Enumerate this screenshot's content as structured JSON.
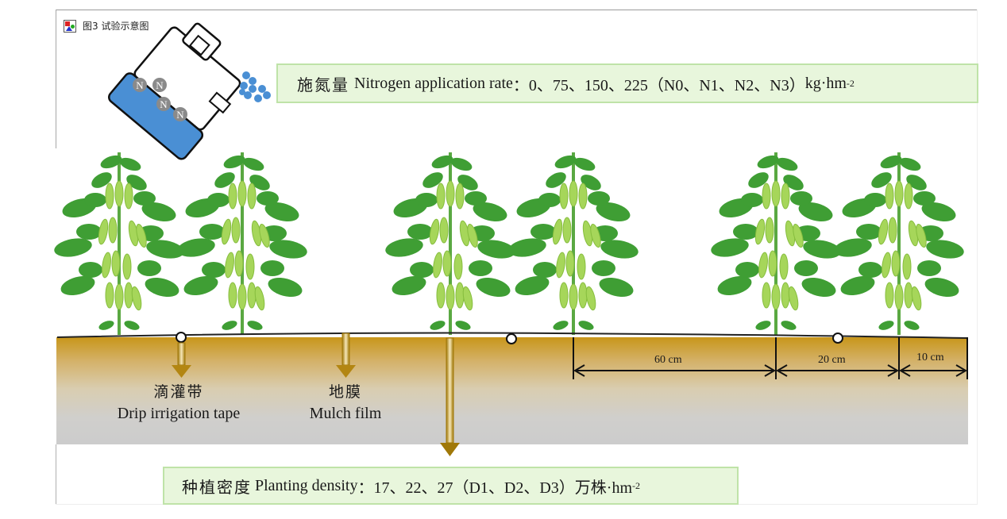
{
  "window": {
    "title": "图3 试验示意图",
    "icon": "picture-viewer-icon"
  },
  "nitrogen": {
    "label_cn": "施氮量",
    "label_en": "Nitrogen application rate",
    "values": "0、75、150、225",
    "codes": "（N0、N1、N2、N3）",
    "unit": "kg·hm",
    "unit_exp": "-2",
    "fertilizer_symbols": [
      "N",
      "N",
      "N",
      "N"
    ],
    "icon": "fertilizer-bag-icon"
  },
  "density": {
    "label_cn": "种植密度",
    "label_en": "Planting density",
    "values": "17、22、27",
    "codes": "（D1、D2、D3）",
    "unit": "万株·hm",
    "unit_exp": "-2"
  },
  "components": {
    "drip_cn": "滴灌带",
    "drip_en": "Drip irrigation tape",
    "mulch_cn": "地膜",
    "mulch_en": "Mulch film"
  },
  "spacing": {
    "wide_row": "60 cm",
    "narrow_row": "20 cm",
    "edge": "10 cm"
  },
  "plants": {
    "count": 6,
    "icon": "soybean-plant-icon"
  },
  "colors": {
    "box_fill": "#e8f6dc",
    "box_border": "#bfe3a8",
    "soil_top": "#c8961a",
    "arrow": "#b38612",
    "leaf": "#3f9e34",
    "pod": "#a6d65a",
    "bag": "#4a8fd4",
    "granule": "#4a8fd4"
  }
}
